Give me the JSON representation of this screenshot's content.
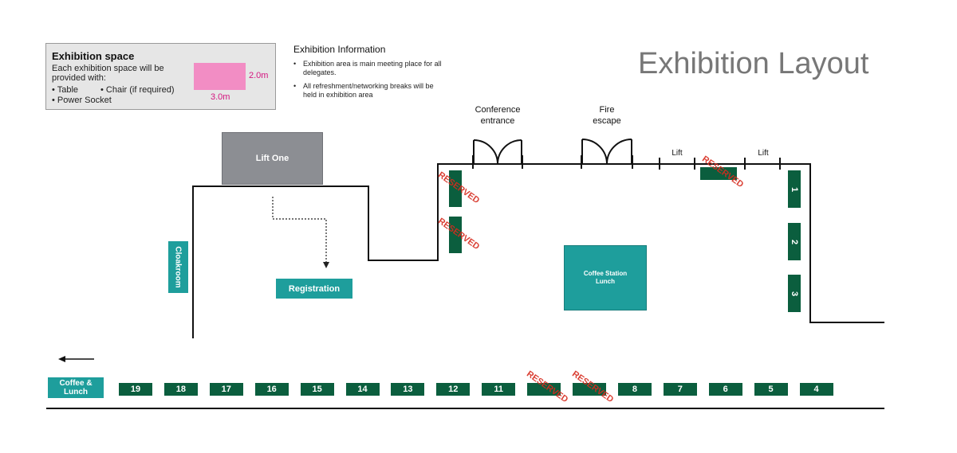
{
  "title": "Exhibition Layout",
  "legend": {
    "title": "Exhibition space",
    "description": "Each exhibition space will be provided with:",
    "items": [
      "Table",
      "Chair (if required)",
      "Power Socket"
    ],
    "width_label": "3.0m",
    "height_label": "2.0m",
    "swatch_color": "#f28dc4",
    "dimension_color": "#d4147f"
  },
  "info": {
    "heading": "Exhibition Information",
    "bullets": [
      "Exhibition area is main meeting place for all delegates.",
      "All refreshment/networking breaks will be held in exhibition area"
    ]
  },
  "areas": {
    "lift_one": "Lift One",
    "cloakroom": "Cloakroom",
    "registration": "Registration",
    "coffee_station_line1": "Coffee Station",
    "coffee_station_line2": "Lunch",
    "coffee_lunch_line1": "Coffee &",
    "coffee_lunch_line2": "Lunch"
  },
  "labels": {
    "conference_line1": "Conference",
    "conference_line2": "entrance",
    "fire_line1": "Fire",
    "fire_line2": "escape",
    "lift": "Lift"
  },
  "stamp_text": "RESERVED",
  "stands": {
    "right": [
      "1",
      "2",
      "3"
    ],
    "bottom": [
      "19",
      "18",
      "17",
      "16",
      "15",
      "14",
      "13",
      "12",
      "11",
      "",
      "",
      "8",
      "7",
      "6",
      "5",
      "4"
    ]
  },
  "colors": {
    "stand": "#0b5e3e",
    "teal": "#1e9e9c",
    "lift_grey": "#8c8e93",
    "reserved": "#d62b1e",
    "wall": "#111111"
  }
}
